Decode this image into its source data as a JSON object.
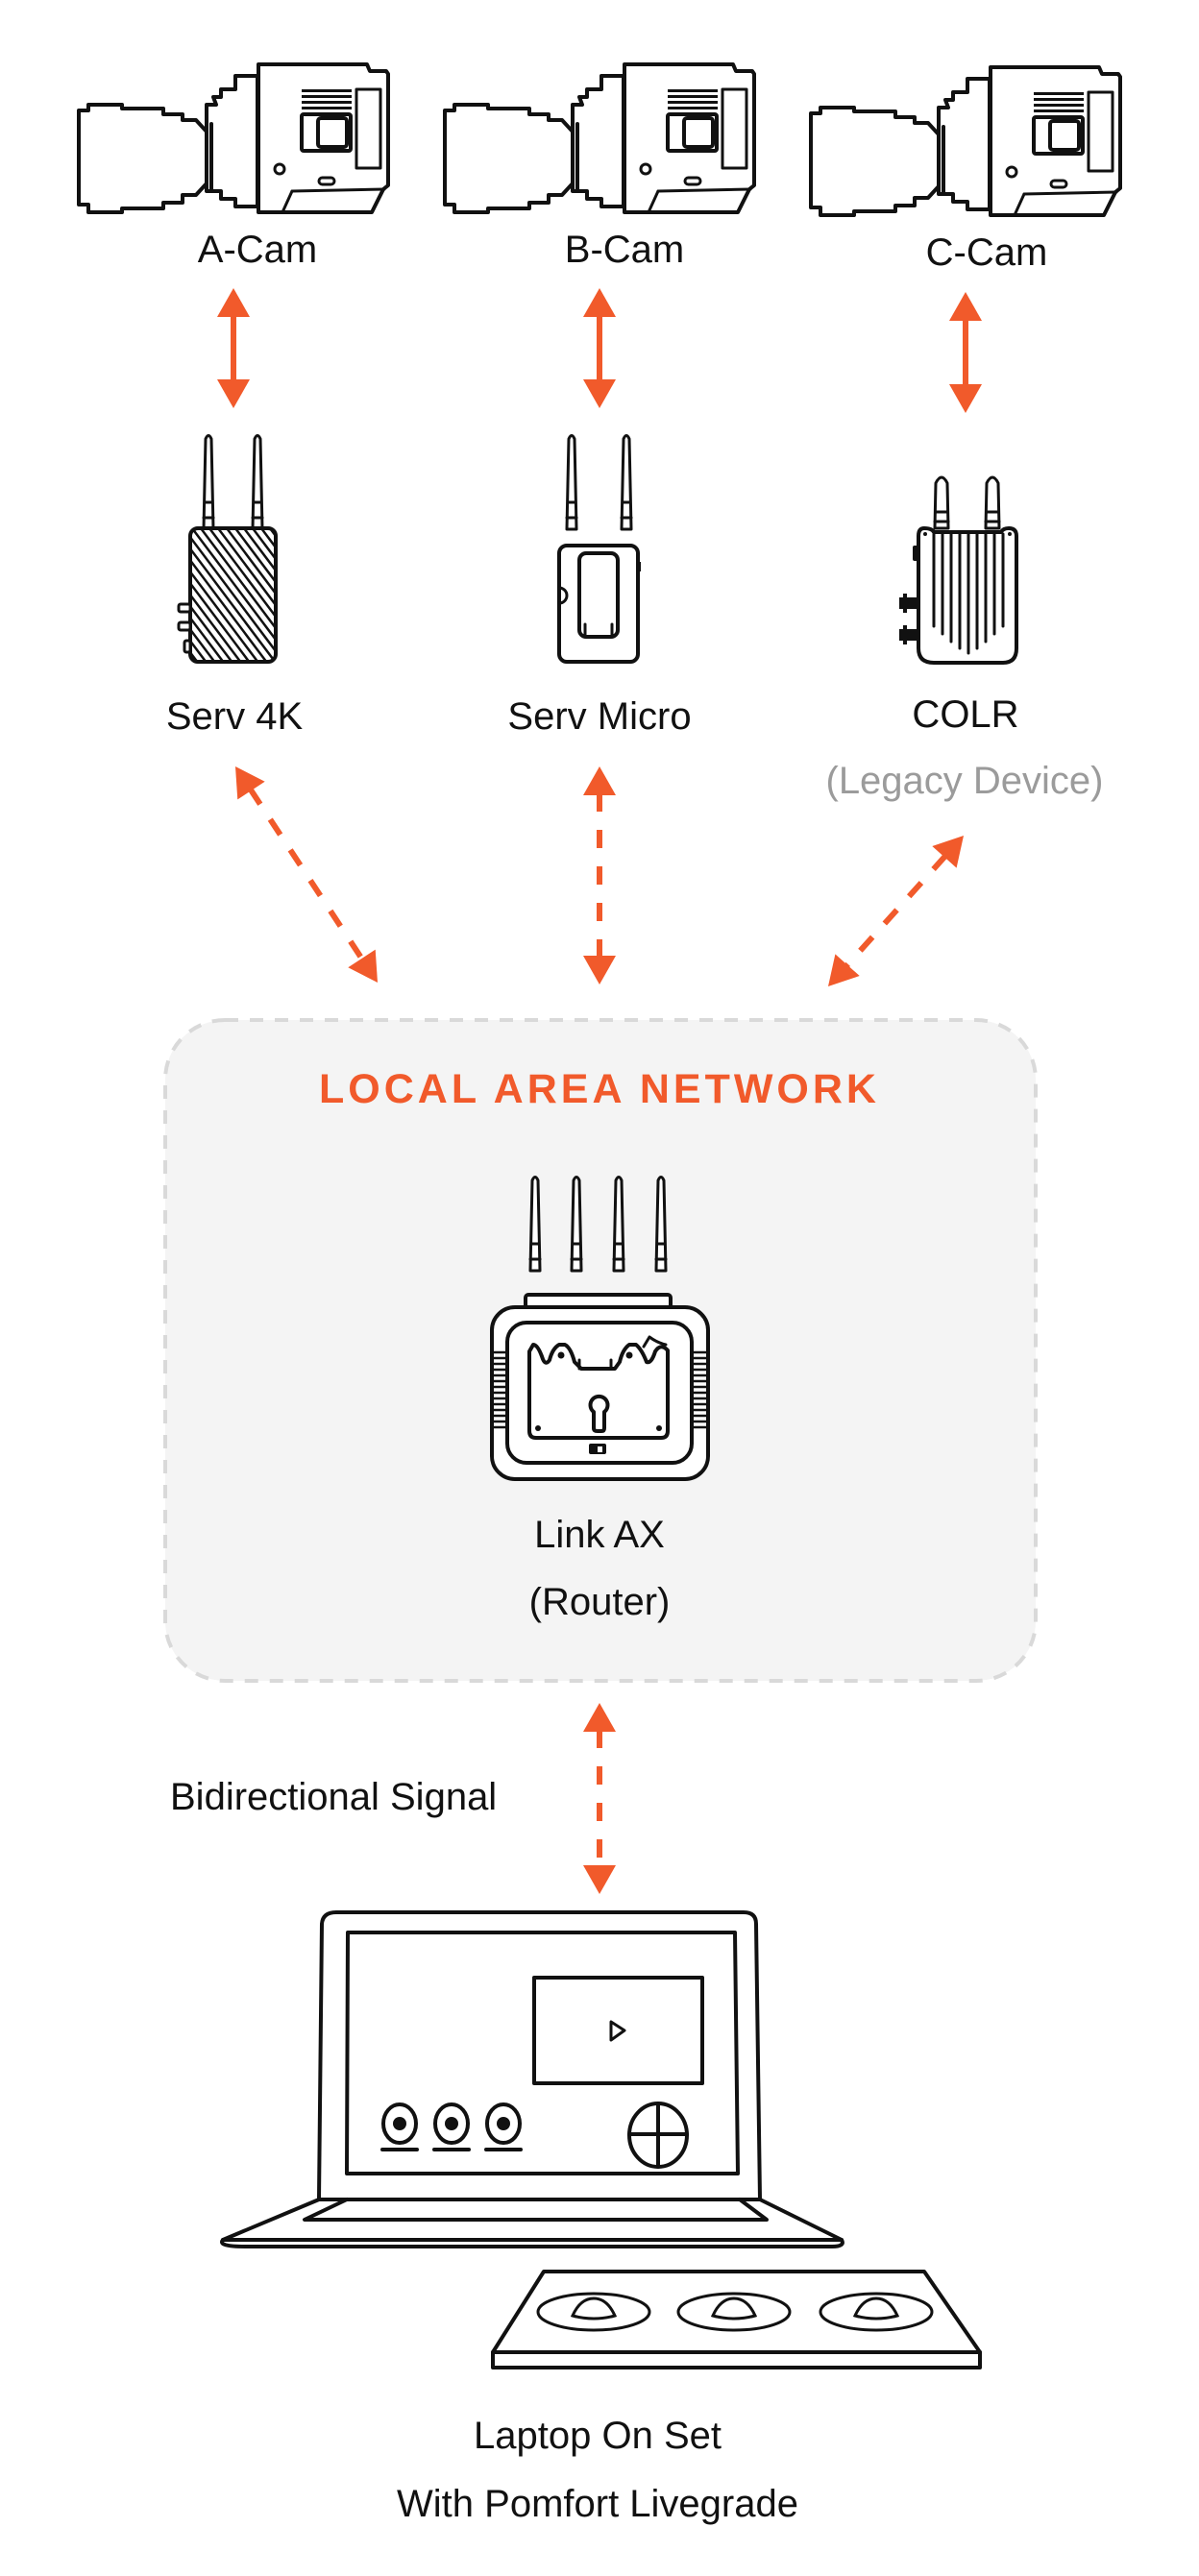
{
  "colors": {
    "accent": "#F15A2B",
    "lan_fill": "#F4F4F4",
    "lan_border": "#D9D9D9",
    "legacy_text": "#9B9B9B",
    "line": "#111111"
  },
  "cameras": [
    {
      "label": "A-Cam"
    },
    {
      "label": "B-Cam"
    },
    {
      "label": "C-Cam"
    }
  ],
  "transmitters": [
    {
      "label": "Serv 4K",
      "note": ""
    },
    {
      "label": "Serv Micro",
      "note": ""
    },
    {
      "label": "COLR",
      "note": "(Legacy Device)"
    }
  ],
  "lan": {
    "title": "LOCAL AREA NETWORK",
    "router_name": "Link AX",
    "router_role": "(Router)"
  },
  "link": {
    "label": "Bidirectional Signal"
  },
  "client": {
    "line1": "Laptop On Set",
    "line2": "With Pomfort Livegrade"
  },
  "connections": [
    {
      "from": "A-Cam",
      "to": "Serv 4K",
      "style": "solid",
      "direction": "bidirectional"
    },
    {
      "from": "B-Cam",
      "to": "Serv Micro",
      "style": "solid",
      "direction": "bidirectional"
    },
    {
      "from": "C-Cam",
      "to": "COLR",
      "style": "solid",
      "direction": "bidirectional"
    },
    {
      "from": "Serv 4K",
      "to": "LOCAL AREA NETWORK",
      "style": "dashed",
      "direction": "bidirectional"
    },
    {
      "from": "Serv Micro",
      "to": "LOCAL AREA NETWORK",
      "style": "dashed",
      "direction": "bidirectional"
    },
    {
      "from": "COLR",
      "to": "LOCAL AREA NETWORK",
      "style": "dashed",
      "direction": "bidirectional"
    },
    {
      "from": "LOCAL AREA NETWORK",
      "to": "Laptop On Set",
      "style": "dashed",
      "direction": "bidirectional"
    }
  ]
}
